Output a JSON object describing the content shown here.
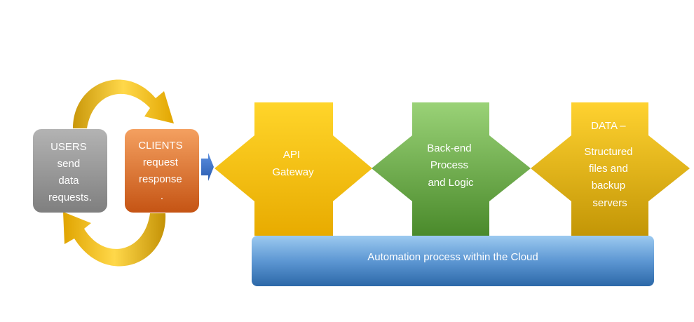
{
  "users": {
    "lines": [
      "USERS",
      "send",
      "data",
      "requests."
    ]
  },
  "clients": {
    "lines": [
      "CLIENTS",
      "request",
      "response",
      "."
    ]
  },
  "api_gateway": {
    "lines": [
      "API",
      "Gateway"
    ]
  },
  "backend": {
    "lines": [
      "Back-end",
      "Process",
      "and Logic"
    ]
  },
  "data_store": {
    "lines": [
      "DATA –",
      "",
      "Structured",
      "files and",
      "backup",
      "servers"
    ]
  },
  "cloud_bar": {
    "label": "Automation process within the Cloud"
  },
  "colors": {
    "users_top": "#b3b3b3",
    "users_bottom": "#808080",
    "clients_top": "#f39a56",
    "clients_bottom": "#c85a18",
    "yellow_top": "#ffd21f",
    "yellow_bottom": "#e6ac00",
    "green_top": "#8fcb6a",
    "green_bottom": "#4e8f2e",
    "gold_top": "#ffd028",
    "gold_bottom": "#c79a06",
    "cloud_top": "#8fc1ea",
    "cloud_bottom": "#2e6fae",
    "small_arrow": "#3a6fc4",
    "cycle": "#e8b20c"
  }
}
